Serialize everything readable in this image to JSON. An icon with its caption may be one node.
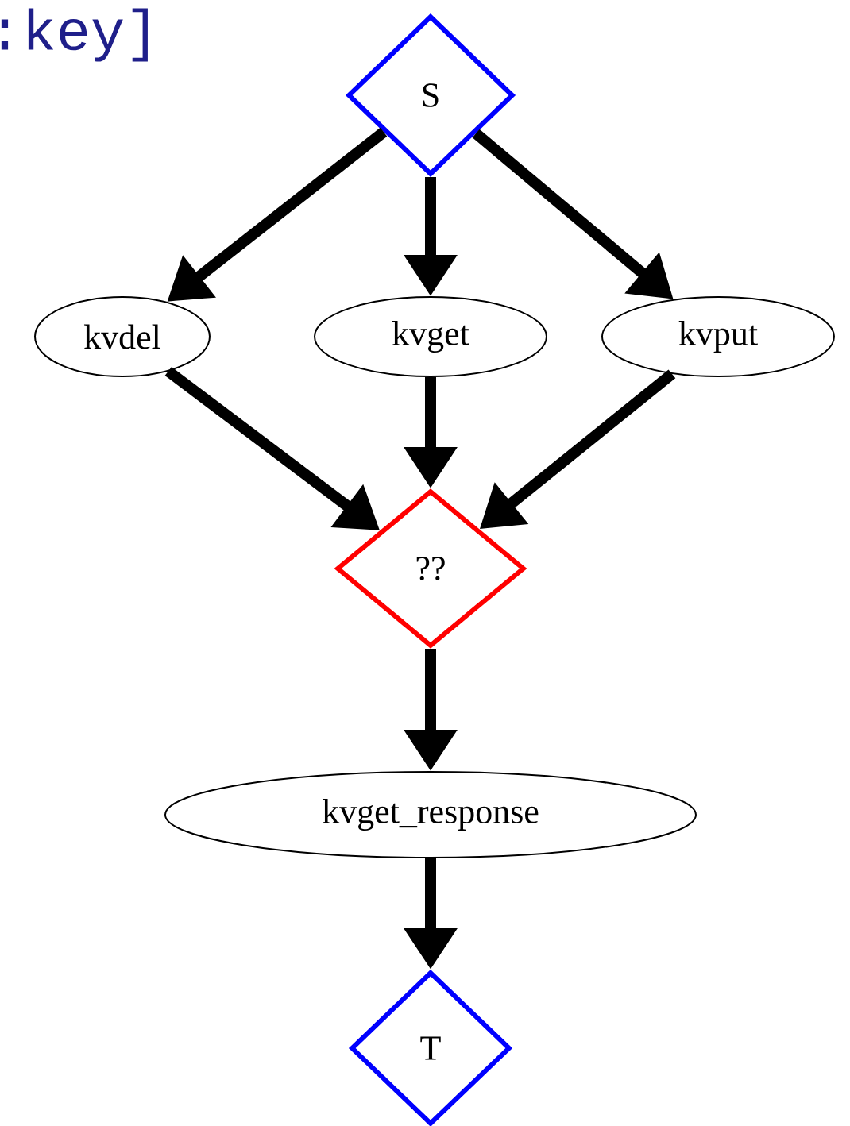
{
  "diagram": {
    "nodes": [
      {
        "text": [
          "S"
        ]
      },
      {
        "text": [
          "kvdel"
        ]
      },
      {
        "text": [
          "kvget"
        ]
      },
      {
        "text": [
          "kvput"
        ]
      },
      {
        "text": [
          "??"
        ]
      },
      {
        "text": [
          "kvget_response"
        ]
      },
      {
        "text": [
          "T"
        ]
      }
    ],
    "edges": [
      {
        "from": 0,
        "to": 1,
        "arrow": "to"
      },
      {
        "from": 0,
        "to": 2,
        "arrow": "to"
      },
      {
        "from": 0,
        "to": 3,
        "arrow": "to"
      },
      {
        "from": 1,
        "to": 4,
        "arrow": "to"
      },
      {
        "from": 2,
        "to": 4,
        "arrow": "to"
      },
      {
        "from": 3,
        "to": 4,
        "arrow": "to"
      },
      {
        "from": 4,
        "to": 5,
        "arrow": "to"
      },
      {
        "from": 5,
        "to": 6,
        "arrow": "to"
      }
    ],
    "labels": [
      ":key]"
    ]
  }
}
